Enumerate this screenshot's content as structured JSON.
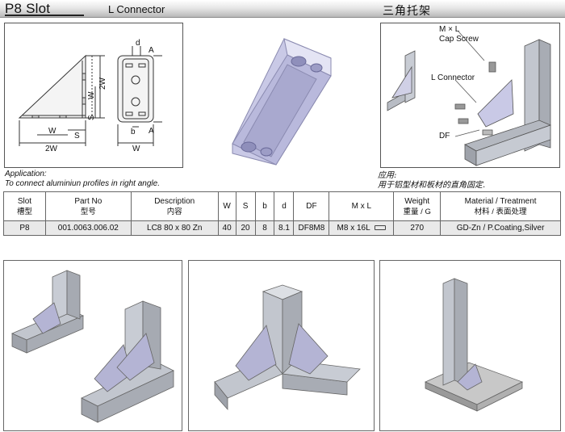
{
  "header": {
    "slot": "P8 Slot",
    "title_en": "L Connector",
    "title_cn": "三角托架"
  },
  "drawing": {
    "label_d": "d",
    "label_A_top": "A",
    "label_W": "W",
    "label_2W": "2W",
    "label_S": "S",
    "label_b": "b",
    "label_A_bottom": "A",
    "label_W_bottom_left": "W",
    "label_S_bottom": "S",
    "label_2W_bottom": "2W",
    "label_W_bottom_right": "W"
  },
  "exploded": {
    "label_mxl": "M × L",
    "label_cap_screw": "Cap Screw",
    "label_l_connector": "L Connector",
    "label_df": "DF"
  },
  "application": {
    "en_line1": "Application:",
    "en_line2": "To connect aluminiun profiles in right angle.",
    "cn_line1": "应用:",
    "cn_line2": "用于铝型材和板材的直角固定."
  },
  "table": {
    "headers": [
      {
        "en": "Slot",
        "cn": "槽型"
      },
      {
        "en": "Part No",
        "cn": "型号"
      },
      {
        "en": "Description",
        "cn": "内容"
      },
      {
        "en": "W",
        "cn": ""
      },
      {
        "en": "S",
        "cn": ""
      },
      {
        "en": "b",
        "cn": ""
      },
      {
        "en": "d",
        "cn": ""
      },
      {
        "en": "DF",
        "cn": ""
      },
      {
        "en": "M x L",
        "cn": ""
      },
      {
        "en": "Weight",
        "cn": "重量 / G"
      },
      {
        "en": "Material / Treatment",
        "cn": "材料 / 表面处理"
      }
    ],
    "row": {
      "slot": "P8",
      "part_no": "001.0063.006.02",
      "description": "LC8 80 x 80 Zn",
      "w": "40",
      "s": "20",
      "b": "8",
      "d": "8.1",
      "df": "DF8M8",
      "mxl": "M8 x 16L",
      "weight": "270",
      "material": "GD-Zn / P.Coating,Silver"
    }
  },
  "colors": {
    "part_fill": "#c9c9e6",
    "part_shade": "#a9a9cf",
    "profile_fill": "#b8bcc4",
    "line": "#333333"
  }
}
